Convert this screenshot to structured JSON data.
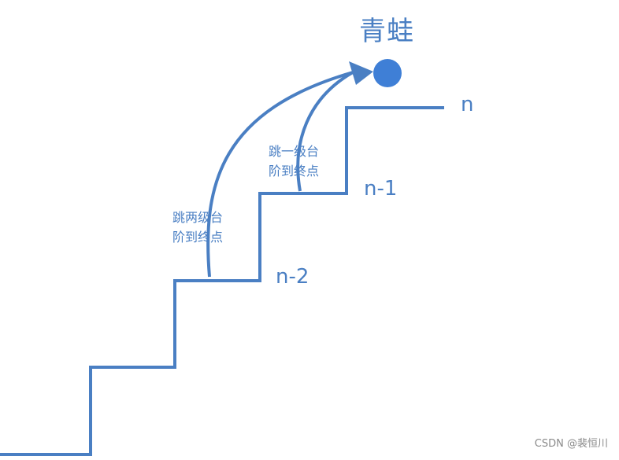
{
  "title": "青蛙",
  "steps": {
    "top": "n",
    "second": "n-1",
    "third": "n-2"
  },
  "annotations": {
    "jump_one": [
      "跳一级台",
      "阶到终点"
    ],
    "jump_two": [
      "跳两级台",
      "阶到终点"
    ]
  },
  "watermark": "CSDN @裴恒川",
  "colors": {
    "stairs": "#4a7fc3",
    "frog": "#3f7fd6",
    "text": "#4a7fc3"
  },
  "icons": {
    "frog": "circle"
  }
}
